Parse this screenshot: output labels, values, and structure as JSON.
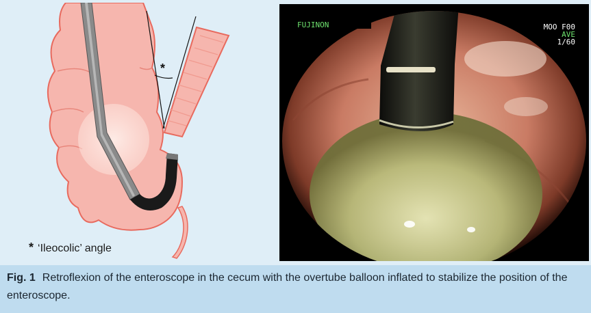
{
  "figure": {
    "legend": {
      "symbol": "*",
      "text": "‘Ileocolic’ angle"
    },
    "angle_marker": "*",
    "endoscopy": {
      "brand": "FUJINON",
      "line1": "MOO F00",
      "line2": "AVE",
      "line3": "1/60"
    }
  },
  "caption": {
    "label": "Fig. 1",
    "text": "Retroflexion of the enteroscope in the cecum with the overtube balloon inflated to stabilize the position of the enteroscope."
  },
  "colors": {
    "figure_background": "#dfeef7",
    "caption_background": "#bfdcef",
    "colon_fill": "#f6b6ae",
    "colon_stroke": "#e86a5e",
    "scope_gray": "#8a8a8a",
    "scope_black": "#1a1a1a"
  }
}
